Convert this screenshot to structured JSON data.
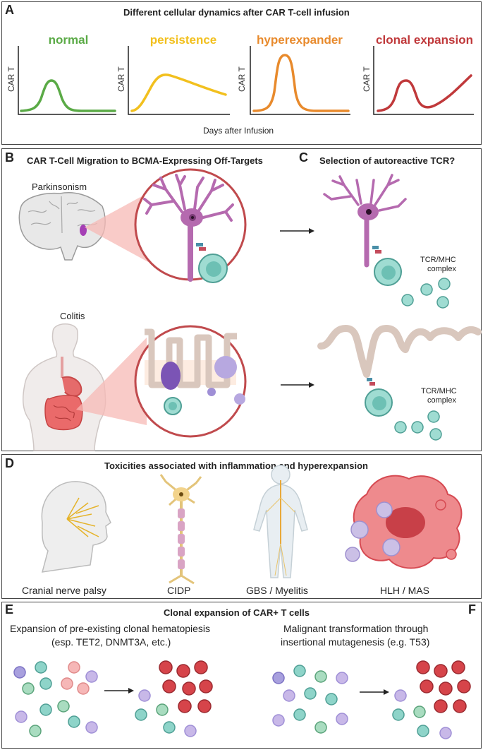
{
  "panel_a": {
    "label": "A",
    "title": "Different cellular dynamics after CAR T-cell infusion",
    "x_label": "Days after Infusion",
    "charts": [
      {
        "title": "normal",
        "y_label": "CAR T",
        "color": "#5aaa46"
      },
      {
        "title": "persistence",
        "y_label": "CAR T",
        "color": "#f2c01e"
      },
      {
        "title": "hyperexpander",
        "y_label": "CAR T",
        "color": "#e88a2c"
      },
      {
        "title": "clonal expansion",
        "y_label": "CAR T",
        "color": "#c0393b"
      }
    ]
  },
  "panel_b": {
    "label": "B",
    "title": "CAR T-Cell Migration to BCMA-Expressing Off-Targets",
    "parkinsonism_label": "Parkinsonism",
    "colitis_label": "Colitis"
  },
  "panel_c": {
    "label": "C",
    "title": "Selection of autoreactive TCR?",
    "complex_label_1": "TCR/MHC",
    "complex_label_2": "complex"
  },
  "panel_d": {
    "label": "D",
    "title": "Toxicities associated with inflammation and hyperexpansion",
    "items": [
      "Cranial nerve palsy",
      "CIDP",
      "GBS / Myelitis",
      "HLH / MAS"
    ]
  },
  "panel_e": {
    "label": "E",
    "title": "Clonal expansion of CAR+ T cells",
    "caption_line1": "Expansion of pre-existing clonal hematopiesis",
    "caption_line2": "(esp. TET2, DNMT3A, etc.)"
  },
  "panel_f": {
    "label": "F",
    "caption_line1": "Malignant transformation through",
    "caption_line2": "insertional mutagenesis (e.g. T53)"
  },
  "colors": {
    "border": "#444444",
    "neuron": "#b56aaf",
    "tcell": "#7fcfc3",
    "tissue": "#d9c7bd",
    "malignant": "#c63c40",
    "inflammation": "#e9787b"
  }
}
